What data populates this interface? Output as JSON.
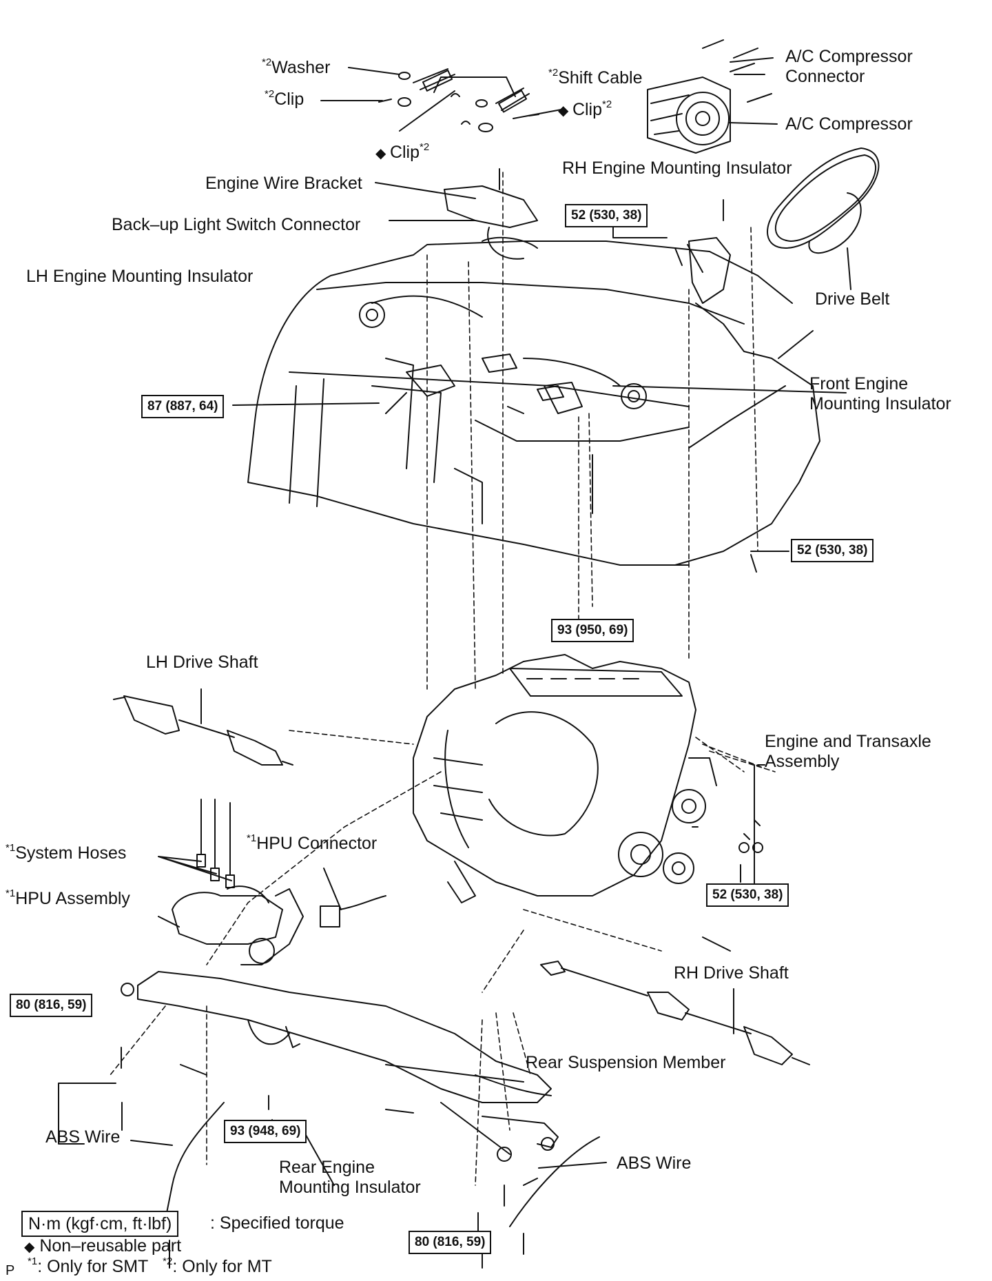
{
  "labels": {
    "washer": {
      "mark": "*2",
      "text": "Washer"
    },
    "clip_top_left": {
      "mark": "*2",
      "text": "Clip"
    },
    "shift_cable": {
      "mark": "*2",
      "text": "Shift Cable"
    },
    "clip_diamond_right": {
      "prefix": "◆ ",
      "text": "Clip",
      "mark": "*2"
    },
    "clip_diamond_left": {
      "prefix": "◆ ",
      "text": "Clip",
      "mark": "*2"
    },
    "ac_compressor_connector": "A/C Compressor\nConnector",
    "ac_compressor": "A/C Compressor",
    "rh_engine_mounting_insulator": "RH Engine Mounting Insulator",
    "engine_wire_bracket": "Engine Wire Bracket",
    "backup_light_switch_connector": "Back–up Light Switch Connector",
    "drive_belt": "Drive Belt",
    "lh_engine_mounting_insulator": "LH Engine Mounting Insulator",
    "front_engine_mounting_insulator": "Front Engine\nMounting Insulator",
    "lh_drive_shaft": "LH Drive Shaft",
    "engine_and_transaxle_assembly": "Engine and Transaxle\nAssembly",
    "system_hoses": {
      "mark": "*1",
      "text": "System Hoses"
    },
    "hpu_connector": {
      "mark": "*1",
      "text": "HPU Connector"
    },
    "hpu_assembly": {
      "mark": "*1",
      "text": "HPU Assembly"
    },
    "rh_drive_shaft": "RH Drive Shaft",
    "rear_suspension_member": "Rear Suspension Member",
    "abs_wire_left": "ABS Wire",
    "abs_wire_right": "ABS Wire",
    "rear_engine_mounting_insulator": "Rear Engine\nMounting Insulator"
  },
  "torques": {
    "rh_mount_top": "52 (530, 38)",
    "lh_mount": "87 (887, 64)",
    "rh_lower": "52 (530, 38)",
    "front_mount": "93 (950, 69)",
    "engine_side": "52 (530, 38)",
    "rear_member_left": "80 (816, 59)",
    "rear_mount": "93 (948, 69)",
    "rear_member_right": "80 (816, 59)"
  },
  "legend": {
    "torque_unit": "N·m (kgf·cm, ft·lbf)",
    "torque_desc": ": Specified torque",
    "non_reusable": "Non–reusable part",
    "page_mark": "P",
    "note1_mark": "*1",
    "note1_text": ": Only for SMT",
    "note2_mark": "*2",
    "note2_text": ": Only for MT"
  }
}
